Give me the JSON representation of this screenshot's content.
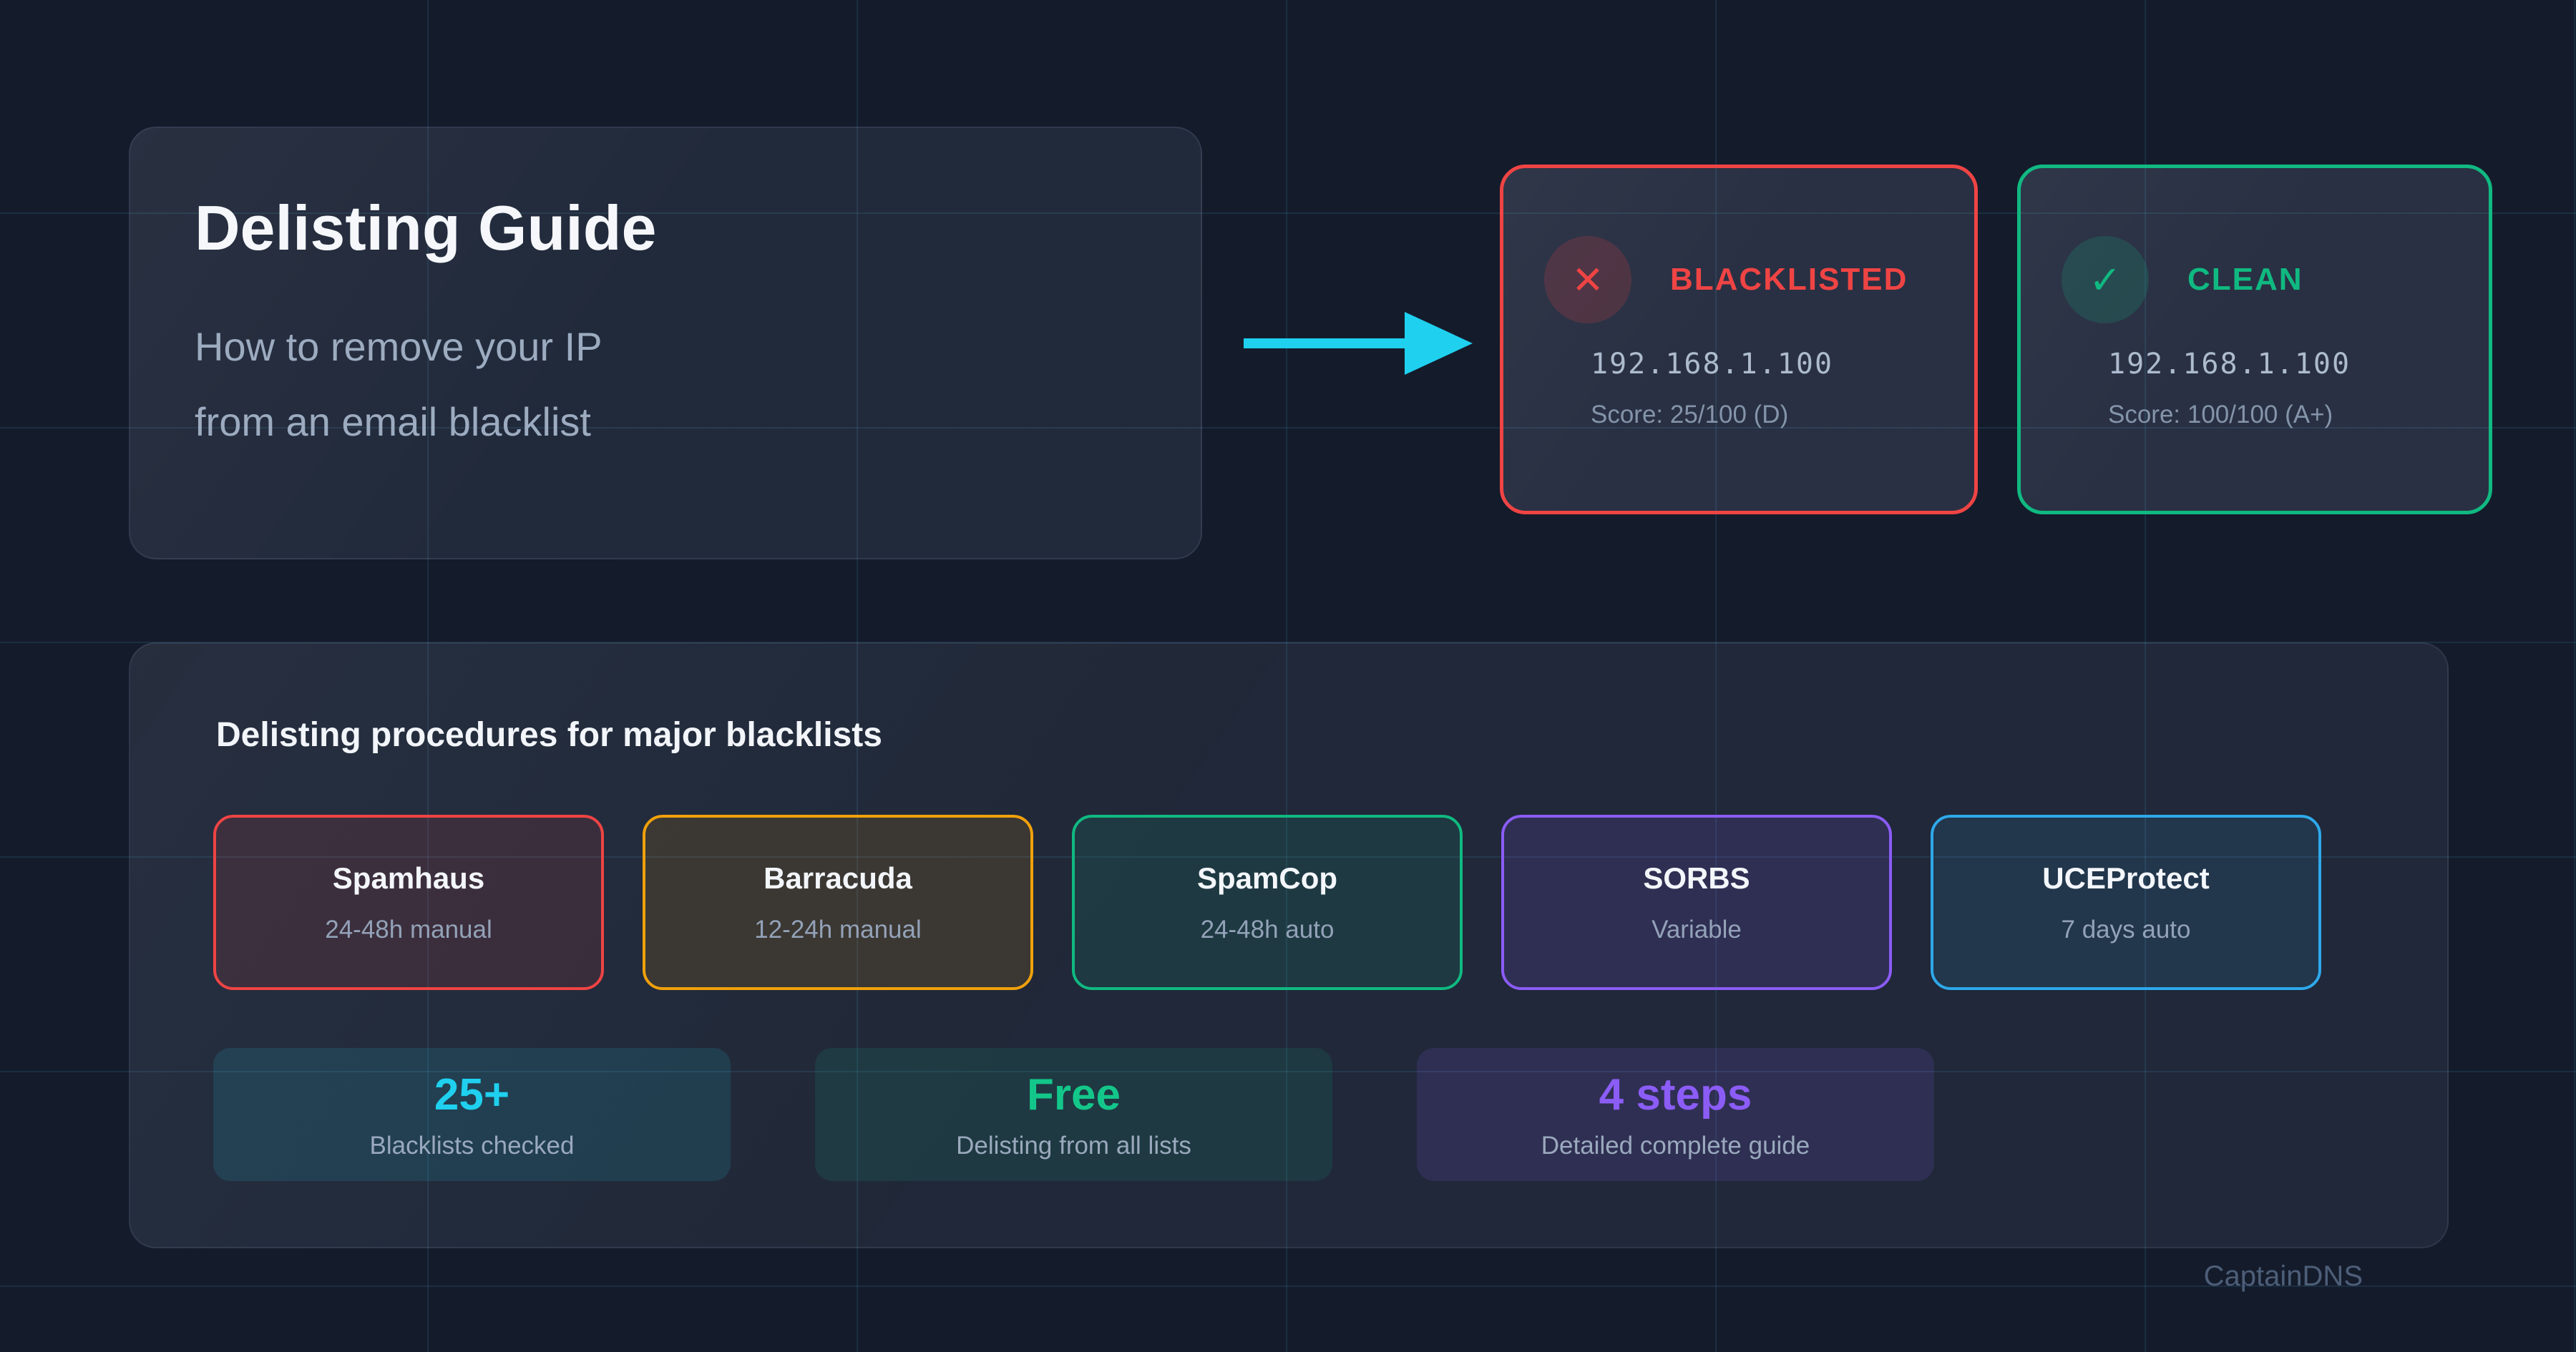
{
  "hero": {
    "title": "Delisting Guide",
    "subtitle_line1": "How to remove your IP",
    "subtitle_line2": "from an email blacklist"
  },
  "comparison": {
    "arrow_color": "#1fd0ef",
    "before": {
      "status": "BLACKLISTED",
      "icon": "✕",
      "ip": "192.168.1.100",
      "score": "Score: 25/100 (D)",
      "accent": "#ef4444"
    },
    "after": {
      "status": "CLEAN",
      "icon": "✓",
      "ip": "192.168.1.100",
      "score": "Score: 100/100 (A+)",
      "accent": "#10b981"
    }
  },
  "procedures": {
    "heading": "Delisting procedures for major blacklists",
    "items": [
      {
        "name": "Spamhaus",
        "time": "24-48h manual",
        "accent": "#ef4444"
      },
      {
        "name": "Barracuda",
        "time": "12-24h manual",
        "accent": "#f0a10b"
      },
      {
        "name": "SpamCop",
        "time": "24-48h auto",
        "accent": "#10b981"
      },
      {
        "name": "SORBS",
        "time": "Variable",
        "accent": "#8b5cf6"
      },
      {
        "name": "UCEProtect",
        "time": "7 days auto",
        "accent": "#2ea8ea"
      }
    ],
    "stats": [
      {
        "value": "25+",
        "label": "Blacklists checked",
        "accent": "#1fd0ef"
      },
      {
        "value": "Free",
        "label": "Delisting from all lists",
        "accent": "#13c78a"
      },
      {
        "value": "4 steps",
        "label": "Detailed complete guide",
        "accent": "#8b5cf6"
      }
    ]
  },
  "footer": {
    "watermark": "CaptainDNS"
  }
}
